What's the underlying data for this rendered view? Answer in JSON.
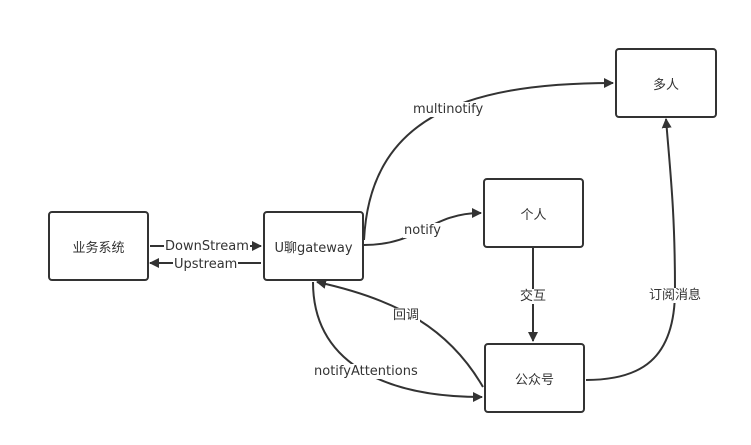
{
  "diagram": {
    "nodes": {
      "biz": "业务系统",
      "gateway": "U聊gateway",
      "multi": "多人",
      "personal": "个人",
      "official": "公众号"
    },
    "edges": {
      "downstream": "DownStream",
      "upstream": "Upstream",
      "multinotify": "multinotify",
      "notify": "notify",
      "interact": "交互",
      "callback": "回调",
      "notify_attentions": "notifyAttentions",
      "subscribe": "订阅消息"
    },
    "colors": {
      "stroke": "#333333",
      "background": "#ffffff"
    }
  }
}
